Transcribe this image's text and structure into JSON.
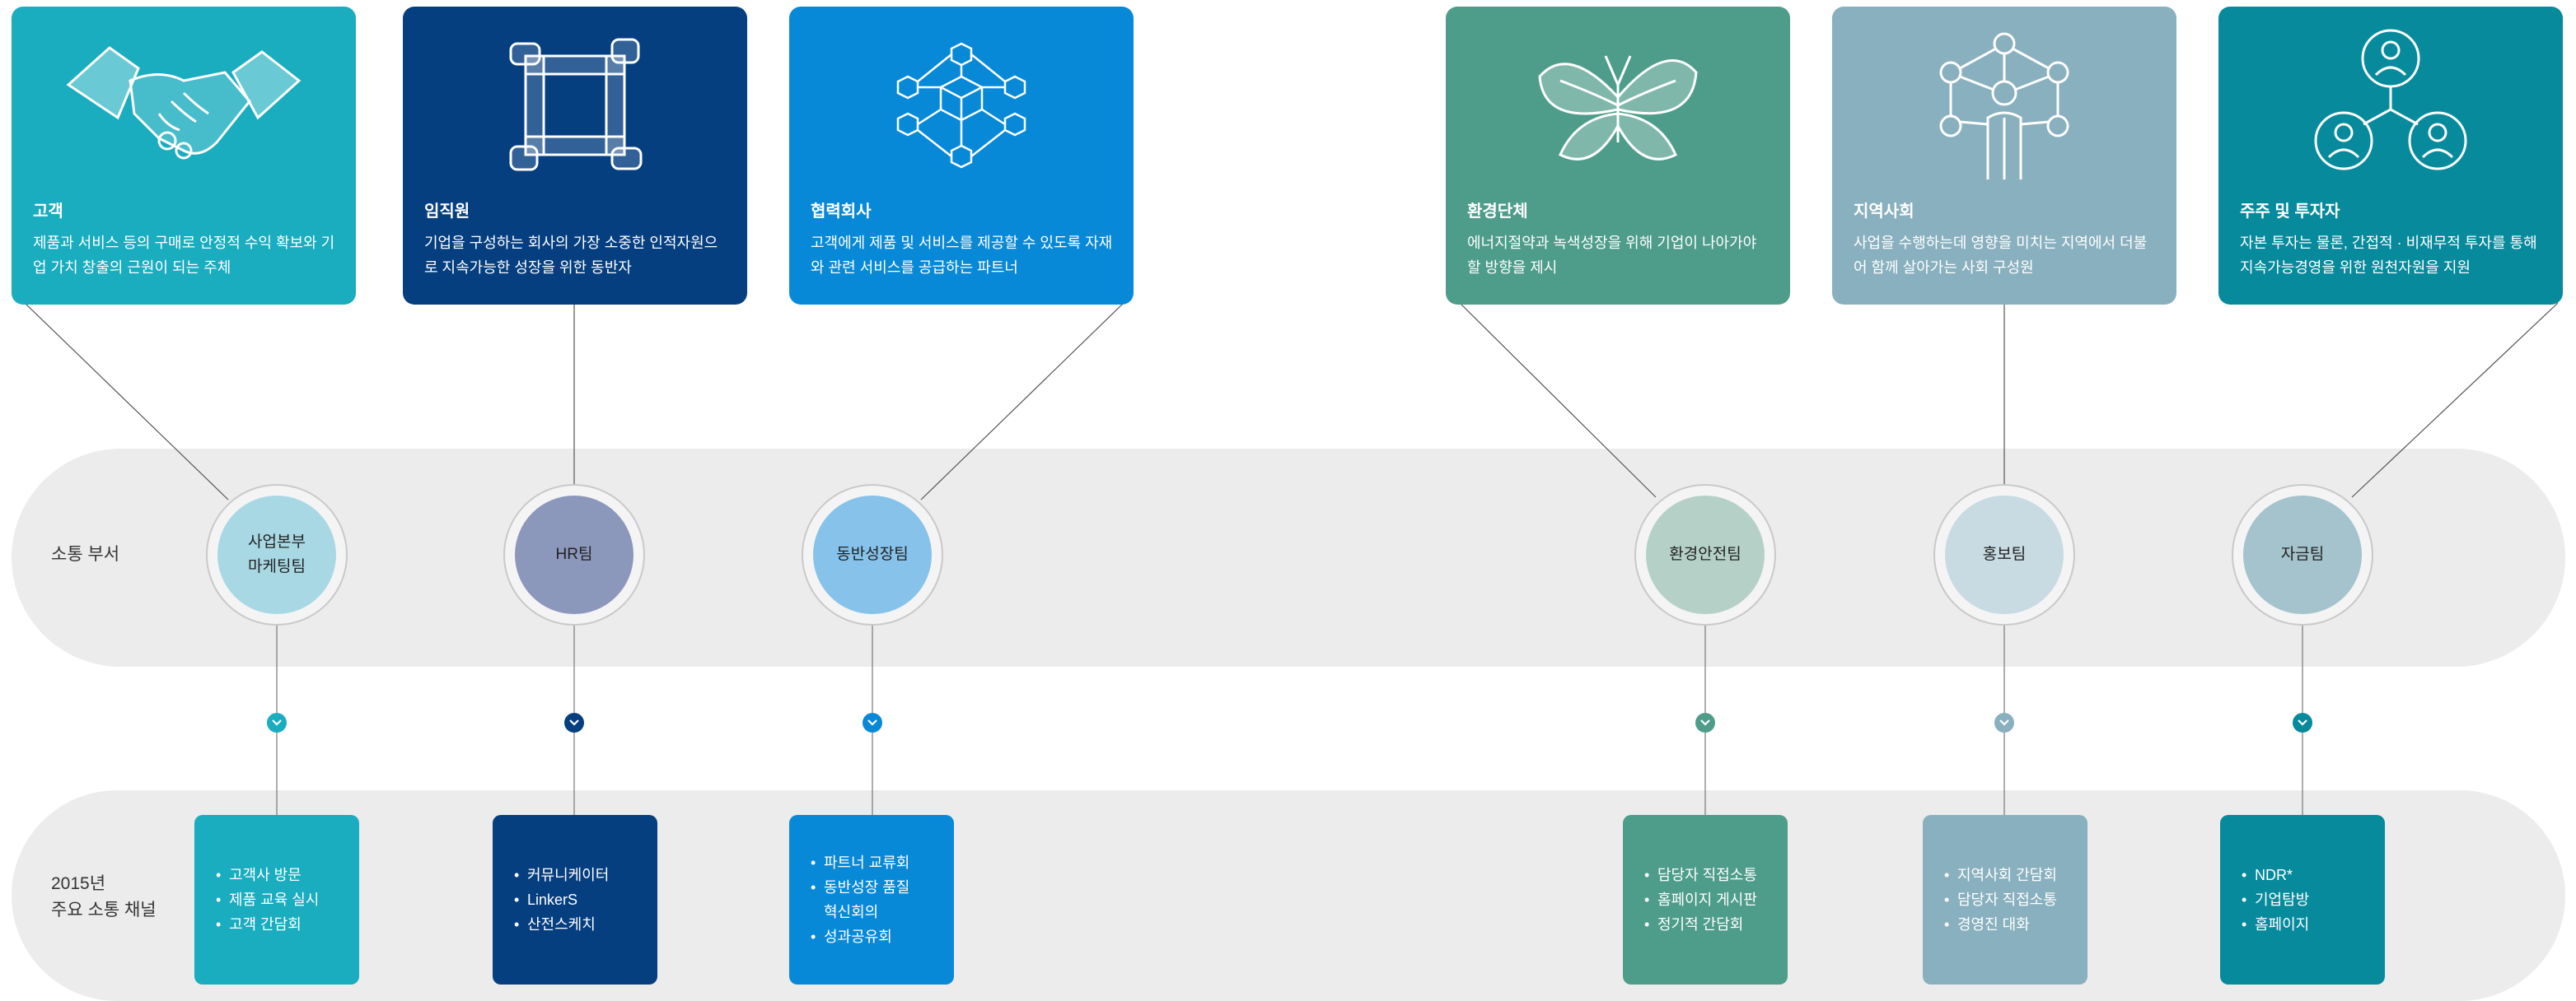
{
  "stakeholders": [
    {
      "title": "고객",
      "desc": "제품과 서비스 등의 구매로 안정적 수익 확보와 기업 가치 창출의 근원이 되는 주체",
      "icon": "handshake-icon",
      "color": "#1aacbf",
      "dept": "사업본부\n마케팅팀",
      "dept_color": "#a8d8e4",
      "chev_color": "#1aacbf",
      "channel_color": "#1aacbf",
      "channels": [
        "고객사 방문",
        "제품 교육 실시",
        "고객 간담회"
      ]
    },
    {
      "title": "임직원",
      "desc": "기업을 구성하는 회사의 가장 소중한 인적자원으로 지속가능한 성장을 위한 동반자",
      "icon": "joined-hands-icon",
      "color": "#053f80",
      "dept": "HR팀",
      "dept_color": "#8c97bc",
      "chev_color": "#053f80",
      "channel_color": "#053f80",
      "channels": [
        "커뮤니케이터",
        "LinkerS",
        "산전스케치"
      ]
    },
    {
      "title": "협력회사",
      "desc": "고객에게 제품 및 서비스를 제공할 수 있도록 자재와 관련 서비스를 공급하는 파트너",
      "icon": "cube-network-icon",
      "color": "#0889d8",
      "dept": "동반성장팀",
      "dept_color": "#86c2ea",
      "chev_color": "#0889d8",
      "channel_color": "#0889d8",
      "channels": [
        "파트너 교류회",
        "동반성장 품질\n혁신회의",
        "성과공유회"
      ]
    },
    {
      "title": "환경단체",
      "desc": "에너지절약과 녹색성장을 위해 기업이 나아가야 할 방향을 제시",
      "icon": "butterfly-leaf-icon",
      "color": "#4e9d8a",
      "dept": "환경안전팀",
      "dept_color": "#b5d1c7",
      "chev_color": "#4e9d8a",
      "channel_color": "#4e9d8a",
      "channels": [
        "담당자 직접소통",
        "홈페이지 게시판",
        "정기적 간담회"
      ]
    },
    {
      "title": "지역사회",
      "desc": "사업을 수행하는데 영향을 미치는 지역에서 더불어 함께 살아가는 사회 구성원",
      "icon": "community-network-icon",
      "color": "#89b0be",
      "dept": "홍보팀",
      "dept_color": "#c8dae2",
      "chev_color": "#89b0be",
      "channel_color": "#89b0be",
      "channels": [
        "지역사회 간담회",
        "담당자 직접소통",
        "경영진 대화"
      ]
    },
    {
      "title": "주주 및 투자자",
      "desc": "자본 투자는 물론, 간접적 · 비재무적 투자를 통해 지속가능경영을 위한 원천자원을 지원",
      "icon": "investor-network-icon",
      "color": "#068a9c",
      "dept": "자금팀",
      "dept_color": "#a4c3cc",
      "chev_color": "#068a9c",
      "channel_color": "#068a9c",
      "channels": [
        "NDR*",
        "기업탐방",
        "홈페이지"
      ]
    }
  ],
  "band_labels": {
    "dept": "소통 부서",
    "channel": "2015년\n주요 소통 채널"
  }
}
